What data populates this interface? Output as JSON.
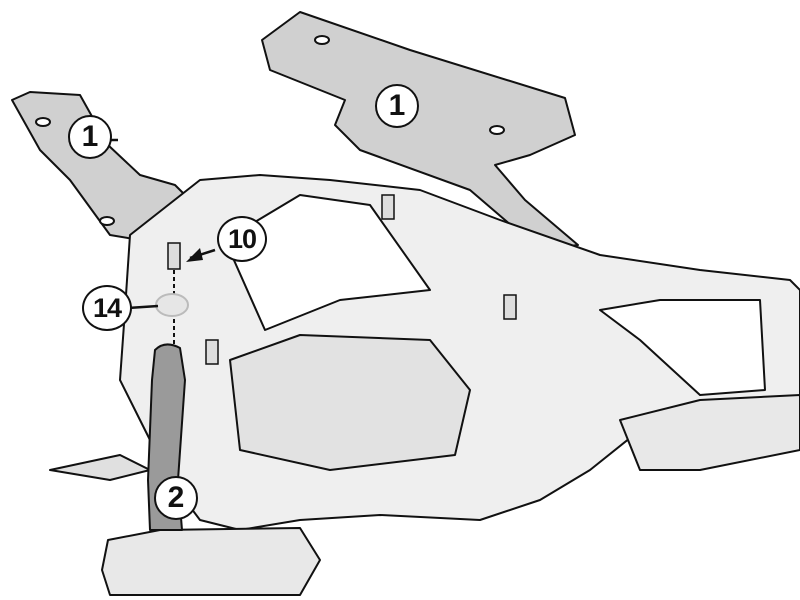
{
  "diagram": {
    "type": "assembly-instruction",
    "callouts": [
      {
        "id": "bracket-left",
        "label": "1"
      },
      {
        "id": "bracket-right",
        "label": "1"
      },
      {
        "id": "screw",
        "label": "10"
      },
      {
        "id": "washer",
        "label": "14"
      },
      {
        "id": "spacer-tube",
        "label": "2"
      }
    ],
    "colors": {
      "part_fill": "#e6e6e6",
      "highlight_fill": "#c8c8c8",
      "line": "#111111",
      "tube_fill": "#9a9a9a"
    }
  }
}
